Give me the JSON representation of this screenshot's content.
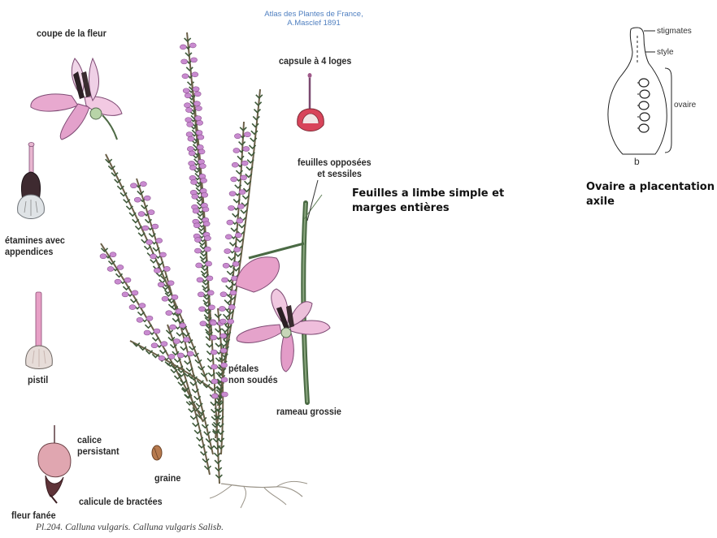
{
  "plate": {
    "credit_line1": "Atlas des Plantes de France,",
    "credit_line2": "A.Masclef 1891",
    "caption": "Pl.204. Calluna vulgaris. Calluna vulgaris Salisb."
  },
  "labels": {
    "coupe": "coupe de la fleur",
    "capsule": "capsule à 4 loges",
    "feuilles_line1": "feuilles opposées",
    "feuilles_line2": "et sessiles",
    "etamines_line1": "étamines avec",
    "etamines_line2": "appendices",
    "pistil": "pistil",
    "petales_line1": "pétales",
    "petales_line2": "non soudés",
    "rameau": "rameau grossie",
    "calice_line1": "calice",
    "calice_line2": "persistant",
    "graine": "graine",
    "calicule": "calicule de bractées",
    "fleur_fanee": "fleur fanée"
  },
  "annotations": {
    "feuilles_line1": "Feuilles a limbe simple et",
    "feuilles_line2": "marges entières",
    "ovaire_line1": "Ovaire a placentation",
    "ovaire_line2": "axile"
  },
  "ovary_diagram": {
    "stigmates": "stigmates",
    "style": "style",
    "ovaire": "ovaire",
    "letter": "b"
  },
  "colors": {
    "flower_pink": "#c98bd0",
    "stem_green": "#3f5a3a",
    "label_text": "#2a2a2a",
    "credit_blue": "#4f7fc0"
  }
}
